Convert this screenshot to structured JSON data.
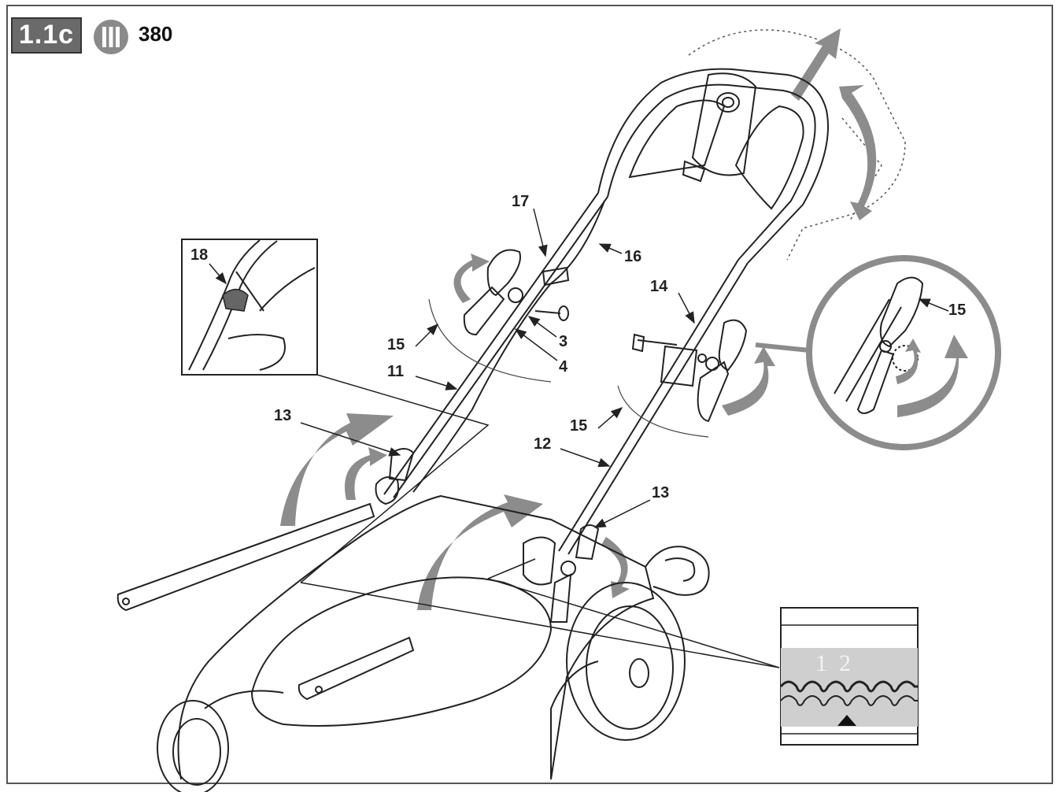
{
  "figure": {
    "badge": "1.1c",
    "model_icon": "mower-stripes-icon",
    "model_number": "380"
  },
  "callouts": {
    "c18": "18",
    "c17": "17",
    "c16": "16",
    "c15_left": "15",
    "c3": "3",
    "c4": "4",
    "c11": "11",
    "c13_left": "13",
    "c14": "14",
    "c15_mid": "15",
    "c12": "12",
    "c13_right": "13",
    "c15_zoom": "15"
  },
  "height_scale": {
    "positions": [
      "1",
      "2"
    ],
    "marker_icon": "triangle-up-icon"
  },
  "colors": {
    "arrow_gray": "#8c8c8c",
    "line": "#222222",
    "badge_bg": "#6a6a6a"
  }
}
